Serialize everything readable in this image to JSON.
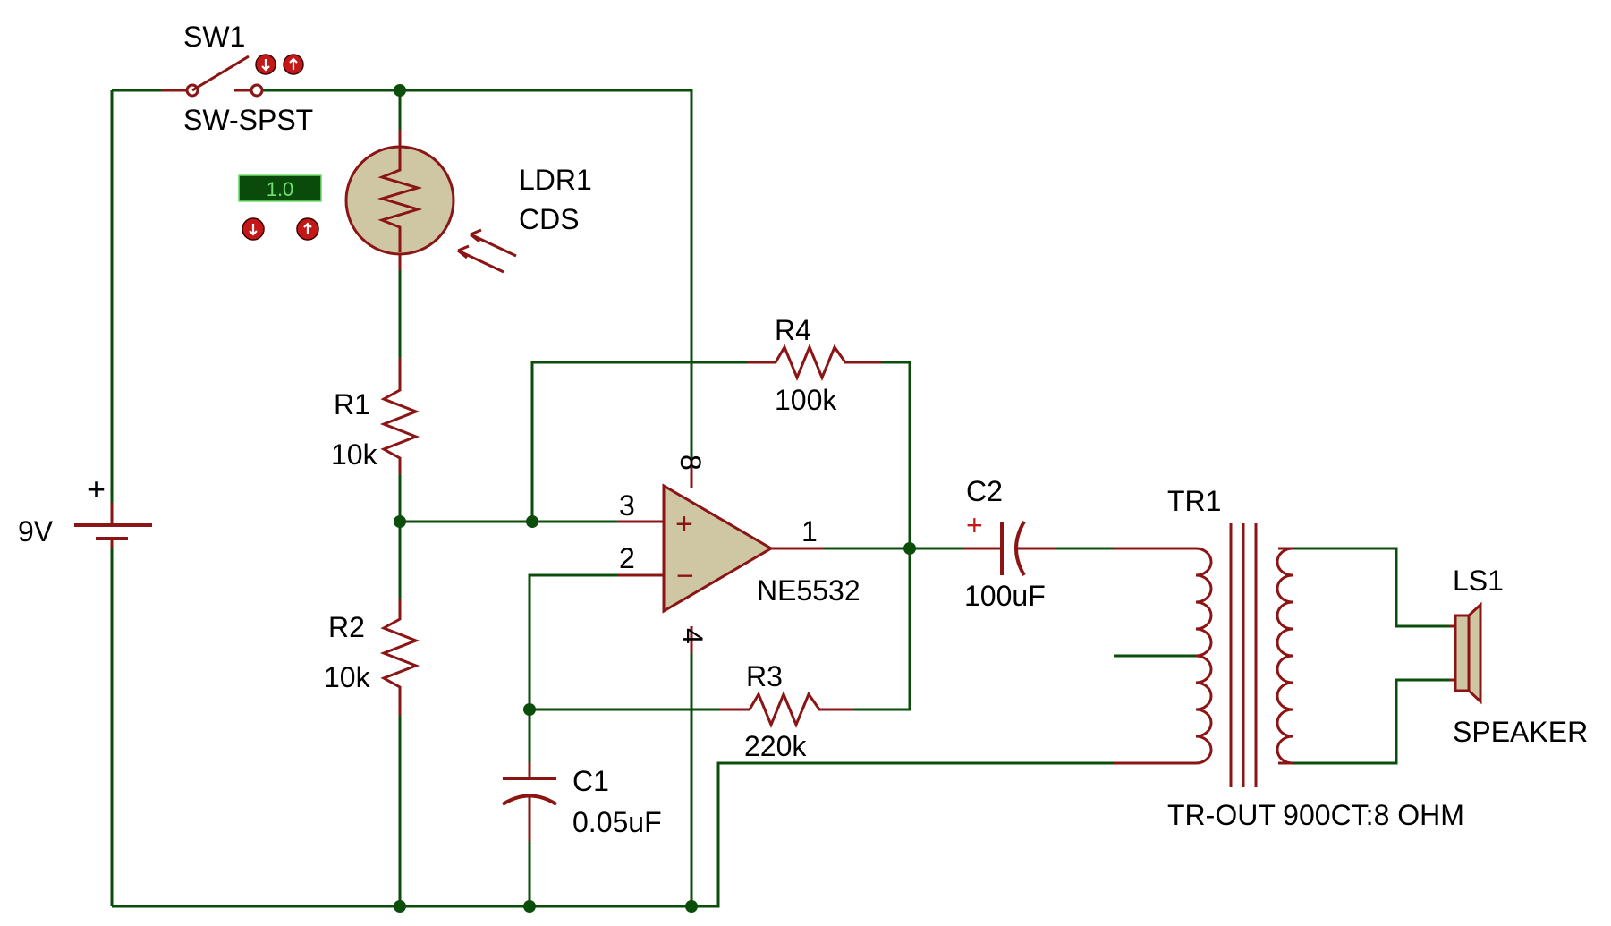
{
  "colors": {
    "wire": "#0b4d0b",
    "component": "#8b1414",
    "component_fill": "#cfc7a3",
    "meter_bg": "#0a4a0a",
    "meter_text": "#6fe06f",
    "button": "#c41818"
  },
  "switch": {
    "ref": "SW1",
    "value": "SW-SPST",
    "buttons": [
      "arrow-down-icon",
      "arrow-up-icon"
    ]
  },
  "ldr": {
    "ref": "LDR1",
    "value": "CDS",
    "meter": "1.0",
    "buttons": [
      "arrow-down-icon",
      "arrow-up-icon"
    ]
  },
  "battery": {
    "value": "9V",
    "polarity": "+"
  },
  "r1": {
    "ref": "R1",
    "value": "10k"
  },
  "r2": {
    "ref": "R2",
    "value": "10k"
  },
  "r3": {
    "ref": "R3",
    "value": "220k"
  },
  "r4": {
    "ref": "R4",
    "value": "100k"
  },
  "c1": {
    "ref": "C1",
    "value": "0.05uF"
  },
  "c2": {
    "ref": "C2",
    "value": "100uF",
    "polarity": "+"
  },
  "opamp": {
    "part": "NE5532",
    "pins": {
      "noninv": "3",
      "inv": "2",
      "out": "1",
      "vplus": "8",
      "vminus": "4"
    },
    "plus": "+",
    "minus": "−"
  },
  "transformer": {
    "ref": "TR1",
    "value": "TR-OUT 900CT:8 OHM"
  },
  "speaker": {
    "ref": "LS1",
    "value": "SPEAKER"
  }
}
